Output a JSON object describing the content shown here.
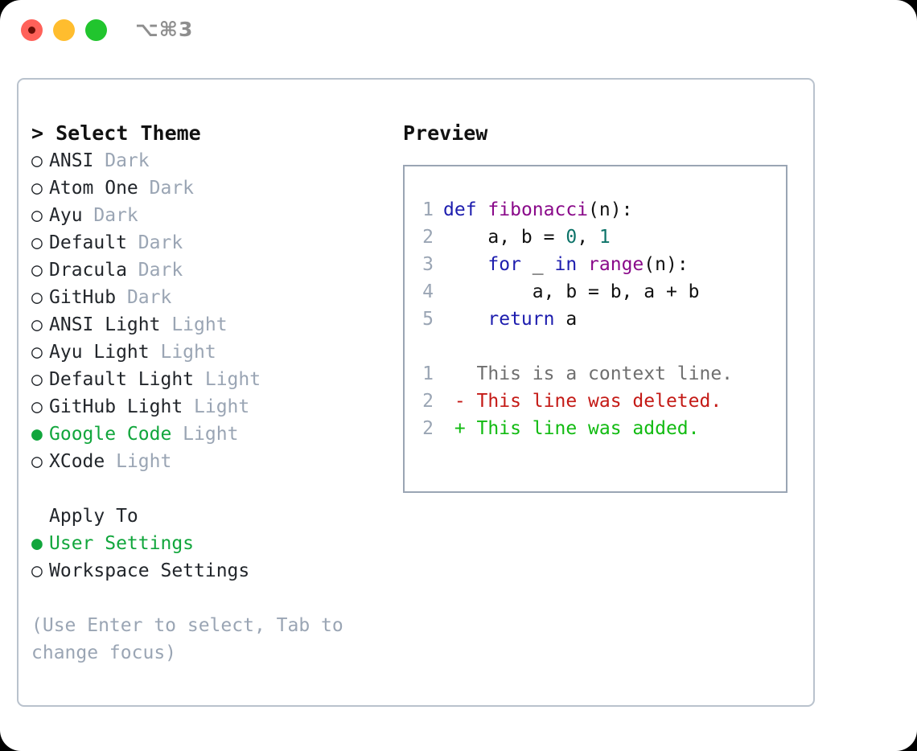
{
  "titlebar": {
    "shortcut": "⌥⌘3",
    "lights": [
      "close-red",
      "minimize-yellow",
      "zoom-green"
    ]
  },
  "left": {
    "header": "> Select Theme",
    "themes": [
      {
        "bullet": "○",
        "name": "ANSI",
        "variant": "Dark",
        "selected": false
      },
      {
        "bullet": "○",
        "name": "Atom One",
        "variant": "Dark",
        "selected": false
      },
      {
        "bullet": "○",
        "name": "Ayu",
        "variant": "Dark",
        "selected": false
      },
      {
        "bullet": "○",
        "name": "Default",
        "variant": "Dark",
        "selected": false
      },
      {
        "bullet": "○",
        "name": "Dracula",
        "variant": "Dark",
        "selected": false
      },
      {
        "bullet": "○",
        "name": "GitHub",
        "variant": "Dark",
        "selected": false
      },
      {
        "bullet": "○",
        "name": "ANSI Light",
        "variant": "Light",
        "selected": false
      },
      {
        "bullet": "○",
        "name": "Ayu Light",
        "variant": "Light",
        "selected": false
      },
      {
        "bullet": "○",
        "name": "Default Light",
        "variant": "Light",
        "selected": false
      },
      {
        "bullet": "○",
        "name": "GitHub Light",
        "variant": "Light",
        "selected": false
      },
      {
        "bullet": "●",
        "name": "Google Code",
        "variant": "Light",
        "selected": true
      },
      {
        "bullet": "○",
        "name": "XCode",
        "variant": "Light",
        "selected": false
      }
    ],
    "apply_to_header": "Apply To",
    "apply_to": [
      {
        "bullet": "●",
        "name": "User Settings",
        "selected": true
      },
      {
        "bullet": "○",
        "name": "Workspace Settings",
        "selected": false
      }
    ],
    "hint": "(Use Enter to select, Tab to change focus)"
  },
  "right": {
    "title": "Preview",
    "code_lines": [
      {
        "num": "1",
        "tokens": [
          {
            "t": "def",
            "c": "kw"
          },
          {
            "t": " ",
            "c": "plain"
          },
          {
            "t": "fibonacci",
            "c": "fn"
          },
          {
            "t": "(n):",
            "c": "plain"
          }
        ]
      },
      {
        "num": "2",
        "tokens": [
          {
            "t": "    a, b = ",
            "c": "plain"
          },
          {
            "t": "0",
            "c": "num"
          },
          {
            "t": ", ",
            "c": "plain"
          },
          {
            "t": "1",
            "c": "num"
          }
        ]
      },
      {
        "num": "3",
        "tokens": [
          {
            "t": "    ",
            "c": "plain"
          },
          {
            "t": "for",
            "c": "kw"
          },
          {
            "t": " _ ",
            "c": "plain"
          },
          {
            "t": "in",
            "c": "kw"
          },
          {
            "t": " ",
            "c": "plain"
          },
          {
            "t": "range",
            "c": "fn"
          },
          {
            "t": "(n):",
            "c": "plain"
          }
        ]
      },
      {
        "num": "4",
        "tokens": [
          {
            "t": "        a, b = b, a + b",
            "c": "plain"
          }
        ]
      },
      {
        "num": "5",
        "tokens": [
          {
            "t": "    ",
            "c": "plain"
          },
          {
            "t": "return",
            "c": "kw"
          },
          {
            "t": " a",
            "c": "plain"
          }
        ]
      }
    ],
    "diff_lines": [
      {
        "num": "1",
        "marker": " ",
        "text": "This is a context line.",
        "kind": "ctx"
      },
      {
        "num": "2",
        "marker": "-",
        "text": "This line was deleted.",
        "kind": "del"
      },
      {
        "num": "2",
        "marker": "+",
        "text": "This line was added.",
        "kind": "add"
      }
    ]
  },
  "colors": {
    "accent_green": "#11a63c",
    "muted": "#9aa5b4",
    "keyword_blue": "#1d1dae",
    "function_purple": "#8a0a8a",
    "number_teal": "#0d7369",
    "diff_delete_red": "#c41a16",
    "diff_add_green": "#12bb12",
    "panel_border": "#b9c2cd"
  }
}
